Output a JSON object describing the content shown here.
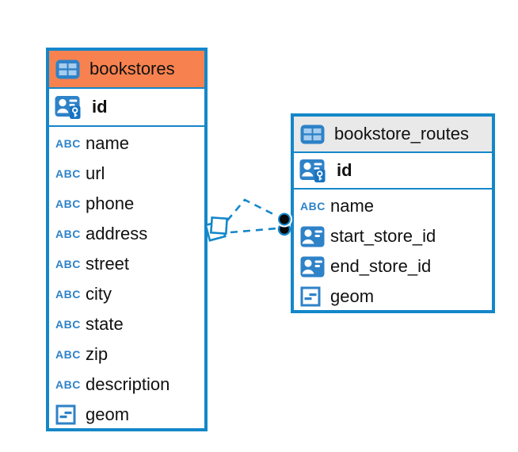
{
  "canvas": {
    "background": "#ffffff"
  },
  "colors": {
    "table_border": "#1487c9",
    "bookstores_header_bg": "#f7824f",
    "routes_header_bg": "#e9e9e9",
    "icon_blue": "#2e82c8",
    "icon_cell_light_blue": "#a7cced",
    "text": "#111111",
    "connector_line": "#1487c9",
    "connector_dot": "#0a0a0a"
  },
  "icons": {
    "text_type_glyph": "ABC"
  },
  "tables": [
    {
      "title": "bookstores",
      "columns": [
        {
          "label": "id",
          "type": "primary-key"
        },
        {
          "label": "name",
          "type": "text"
        },
        {
          "label": "url",
          "type": "text"
        },
        {
          "label": "phone",
          "type": "text"
        },
        {
          "label": "address",
          "type": "text"
        },
        {
          "label": "street",
          "type": "text"
        },
        {
          "label": "city",
          "type": "text"
        },
        {
          "label": "state",
          "type": "text"
        },
        {
          "label": "zip",
          "type": "text"
        },
        {
          "label": "description",
          "type": "text"
        },
        {
          "label": "geom",
          "type": "geometry"
        }
      ]
    },
    {
      "title": "bookstore_routes",
      "columns": [
        {
          "label": "id",
          "type": "primary-key"
        },
        {
          "label": "name",
          "type": "text"
        },
        {
          "label": "start_store_id",
          "type": "reference"
        },
        {
          "label": "end_store_id",
          "type": "reference"
        },
        {
          "label": "geom",
          "type": "geometry"
        }
      ]
    }
  ],
  "connector": {
    "line_style": "dashed",
    "line_count": 2
  }
}
